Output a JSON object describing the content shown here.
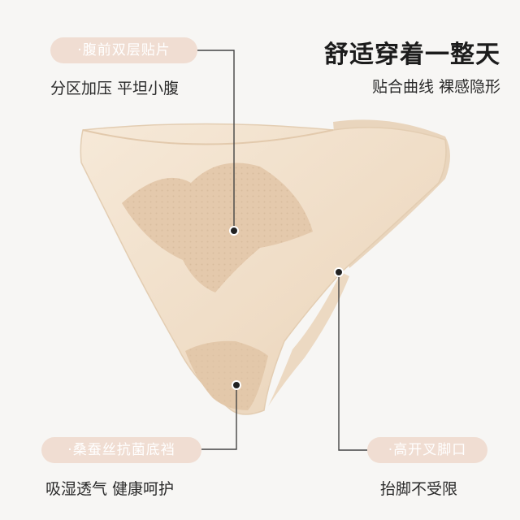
{
  "headline": {
    "title": "舒适穿着一整天",
    "subtitle": "贴合曲线 裸感隐形"
  },
  "features": [
    {
      "label": "·腹前双层贴片",
      "desc": "分区加压 平坦小腹"
    },
    {
      "label": "·桑蚕丝抗菌底裆",
      "desc": "吸湿透气 健康呵护"
    },
    {
      "label": "·高开叉脚口",
      "desc": "抬脚不受限"
    }
  ],
  "colors": {
    "background": "#f7f6f4",
    "pill": "#f0ddd2",
    "fabric": "#f1e1cc",
    "panel": "#e2c8ad"
  }
}
